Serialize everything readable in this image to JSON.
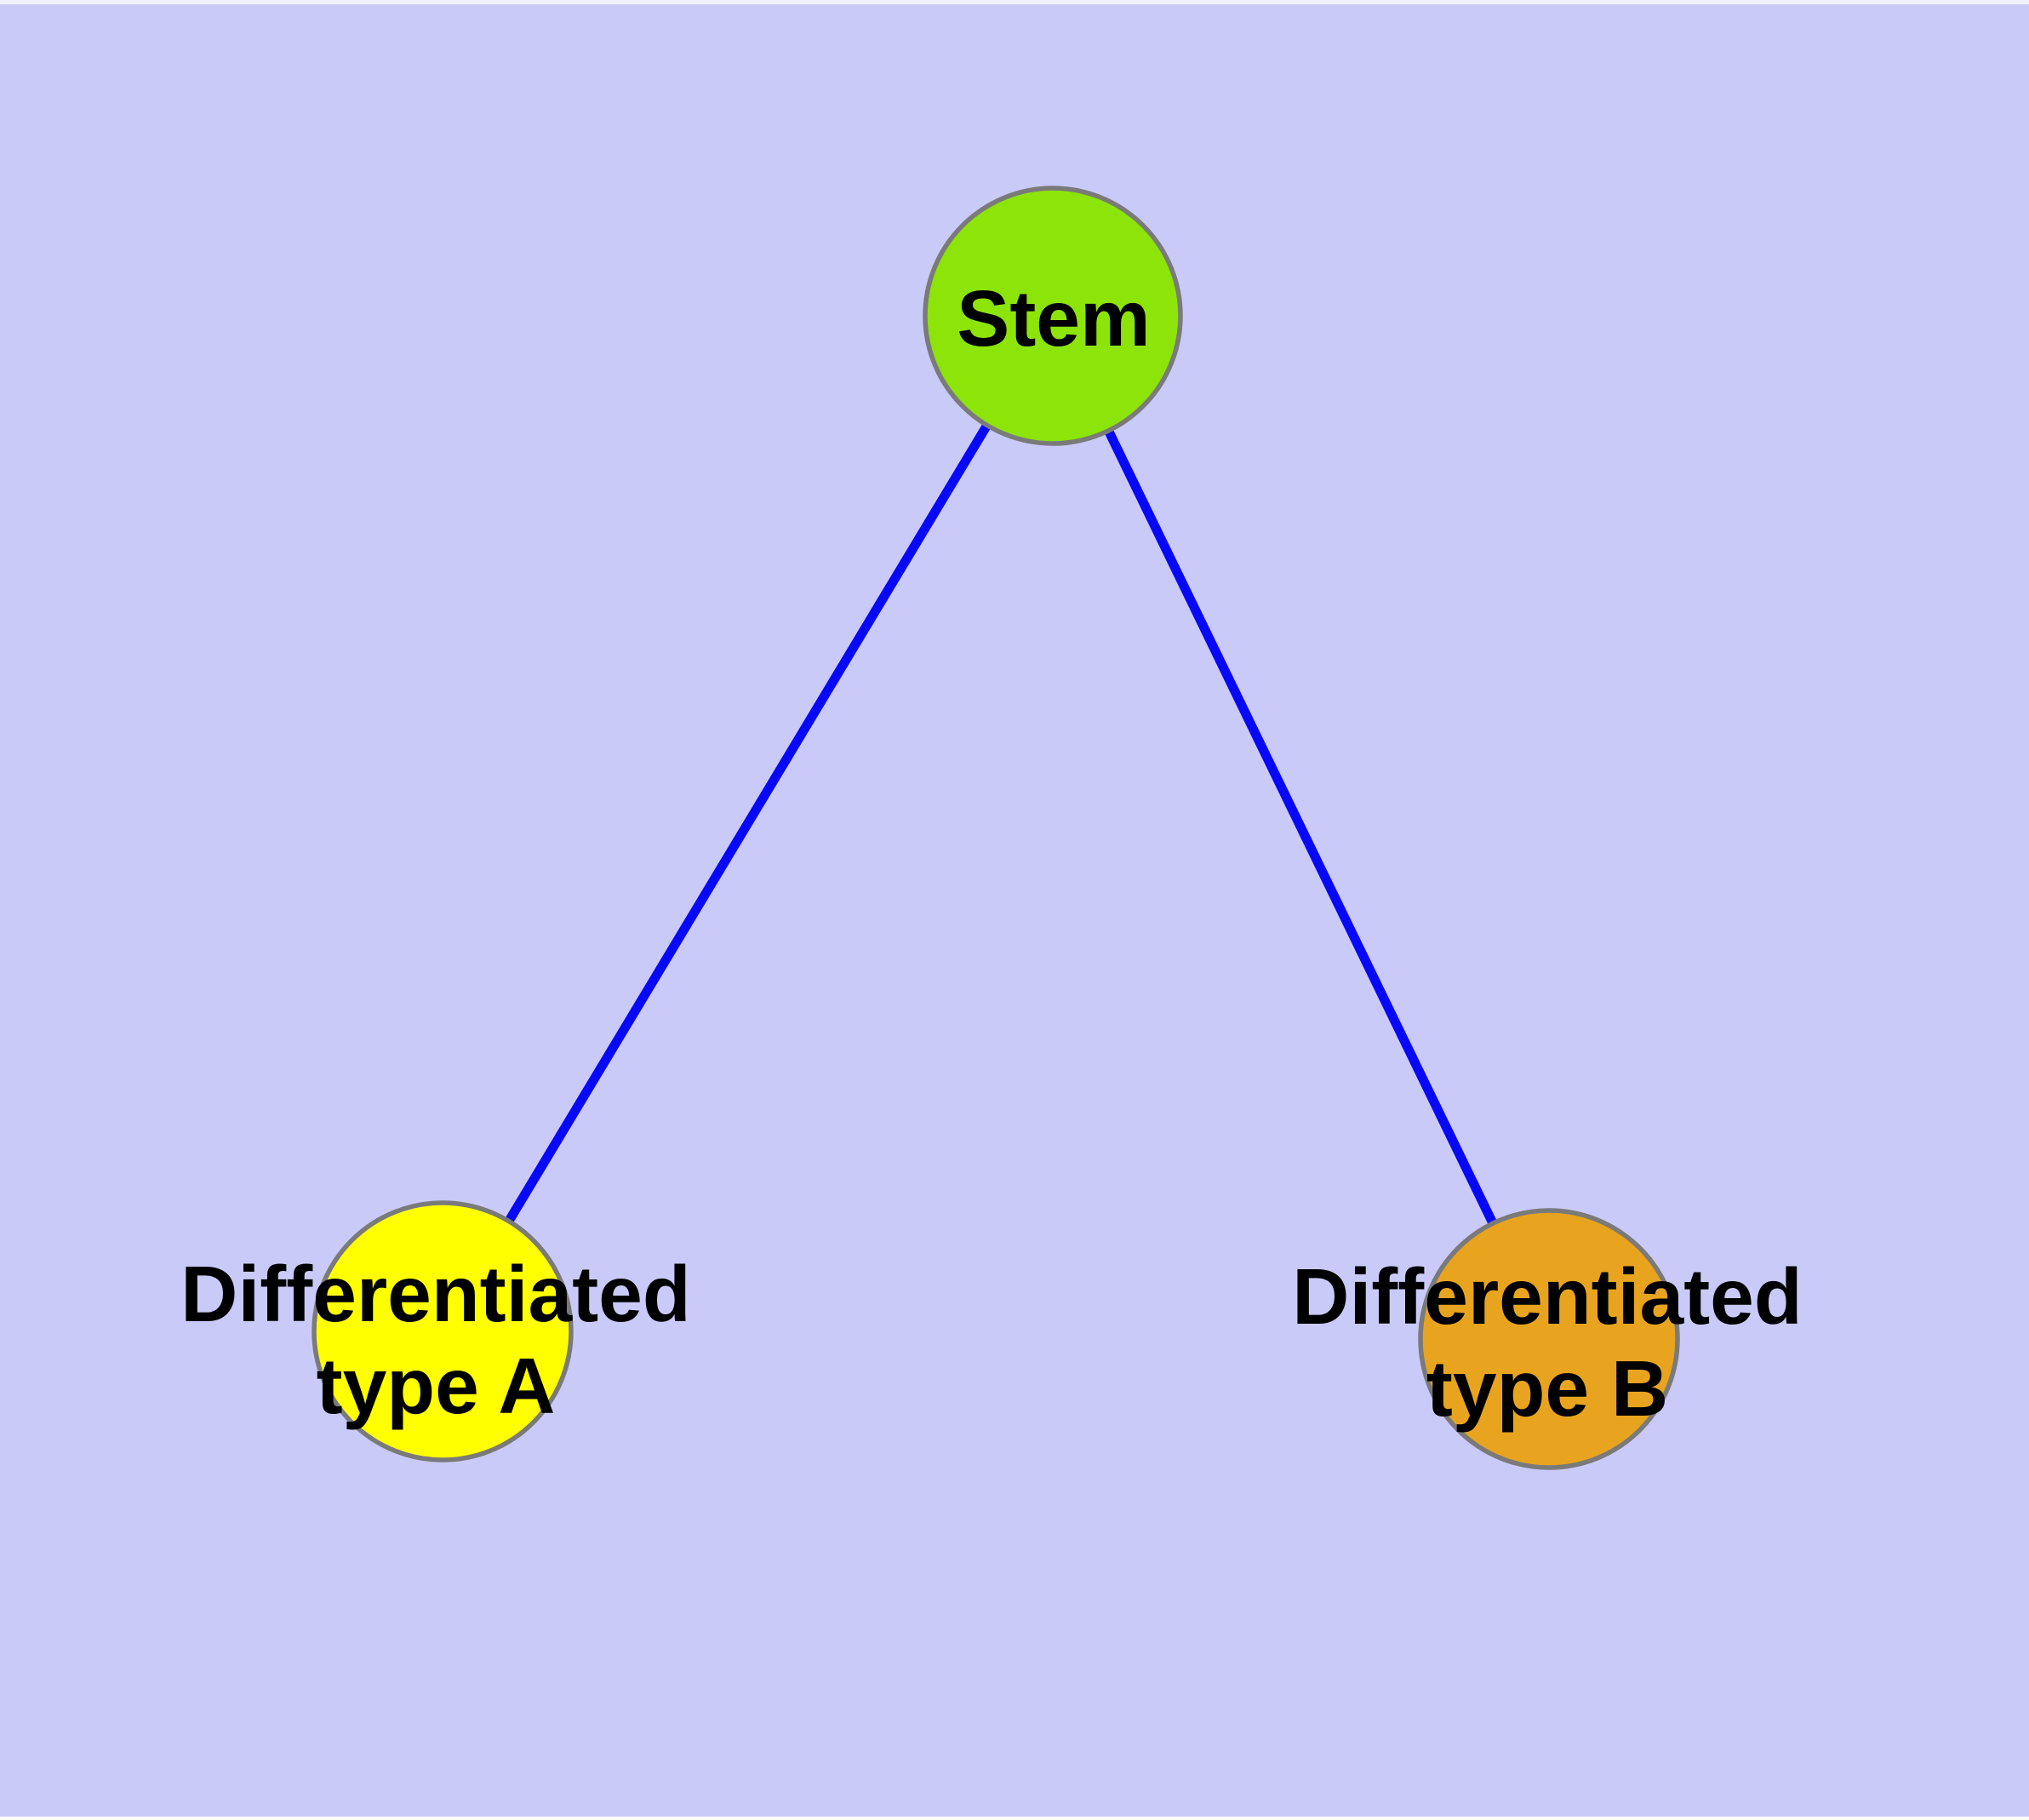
{
  "diagram": {
    "background_color": "#CACAF8",
    "edge_color": "#0808F8",
    "node_border_color": "#7A7A7A",
    "text_color": "#000000",
    "nodes": [
      {
        "id": "stem",
        "label": "Stem",
        "fill": "#8CE408"
      },
      {
        "id": "differentiated-type-a",
        "label_line1": "Differentiated",
        "label_line2": "type A",
        "fill": "#FFFF00"
      },
      {
        "id": "differentiated-type-b",
        "label_line1": "Differentiated",
        "label_line2": "type B",
        "fill": "#E8A41E"
      }
    ],
    "edges": [
      {
        "from": "stem",
        "to": "differentiated-type-a"
      },
      {
        "from": "stem",
        "to": "differentiated-type-b"
      }
    ]
  }
}
